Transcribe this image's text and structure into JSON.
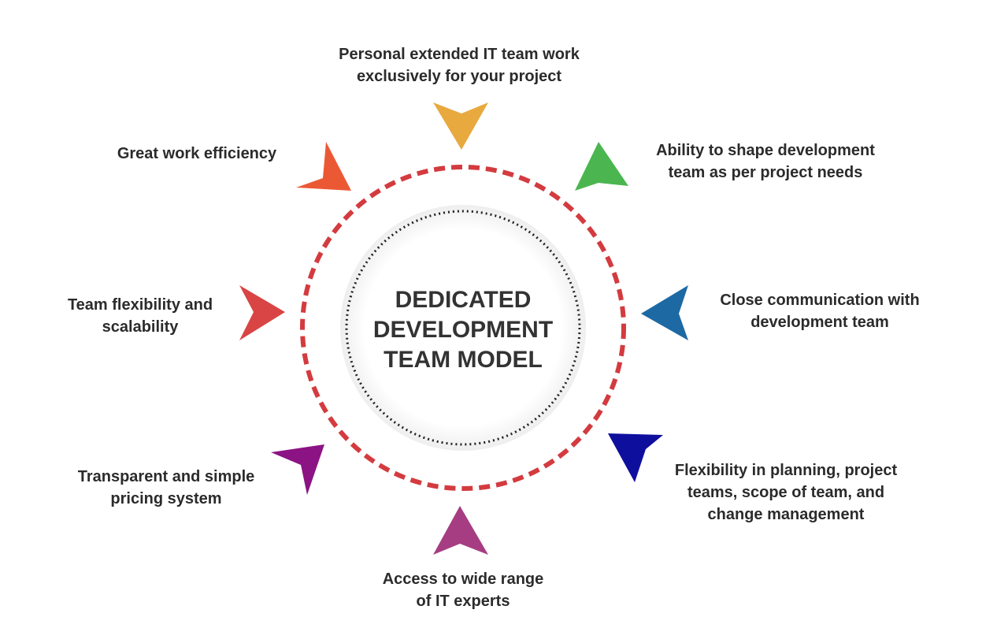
{
  "center": {
    "lines": [
      "DEDICATED",
      "DEVELOPMENT",
      "TEAM MODEL"
    ]
  },
  "colors": {
    "dashed_ring": "#d33b3f",
    "dotted_ring": "#222222"
  },
  "benefits": [
    {
      "lines": [
        "Personal extended IT team work",
        "exclusively for your project"
      ],
      "color": "#e8a93f",
      "icon": "arrow-pointer-icon"
    },
    {
      "lines": [
        "Ability to shape development",
        "team as per project needs"
      ],
      "color": "#4bb64f",
      "icon": "arrow-pointer-icon"
    },
    {
      "lines": [
        "Close communication with",
        "development team"
      ],
      "color": "#1d69a4",
      "icon": "arrow-pointer-icon"
    },
    {
      "lines": [
        "Flexibility in planning, project",
        "teams, scope of team, and",
        "change management"
      ],
      "color": "#0f0f9e",
      "icon": "arrow-pointer-icon"
    },
    {
      "lines": [
        "Access to wide range",
        "of IT experts"
      ],
      "color": "#a63d82",
      "icon": "arrow-pointer-icon"
    },
    {
      "lines": [
        "Transparent and simple",
        "pricing system"
      ],
      "color": "#8c1384",
      "icon": "arrow-pointer-icon"
    },
    {
      "lines": [
        "Team flexibility and",
        "scalability"
      ],
      "color": "#d84544",
      "icon": "arrow-pointer-icon"
    },
    {
      "lines": [
        "Great work efficiency"
      ],
      "color": "#eb5934",
      "icon": "arrow-pointer-icon"
    }
  ]
}
